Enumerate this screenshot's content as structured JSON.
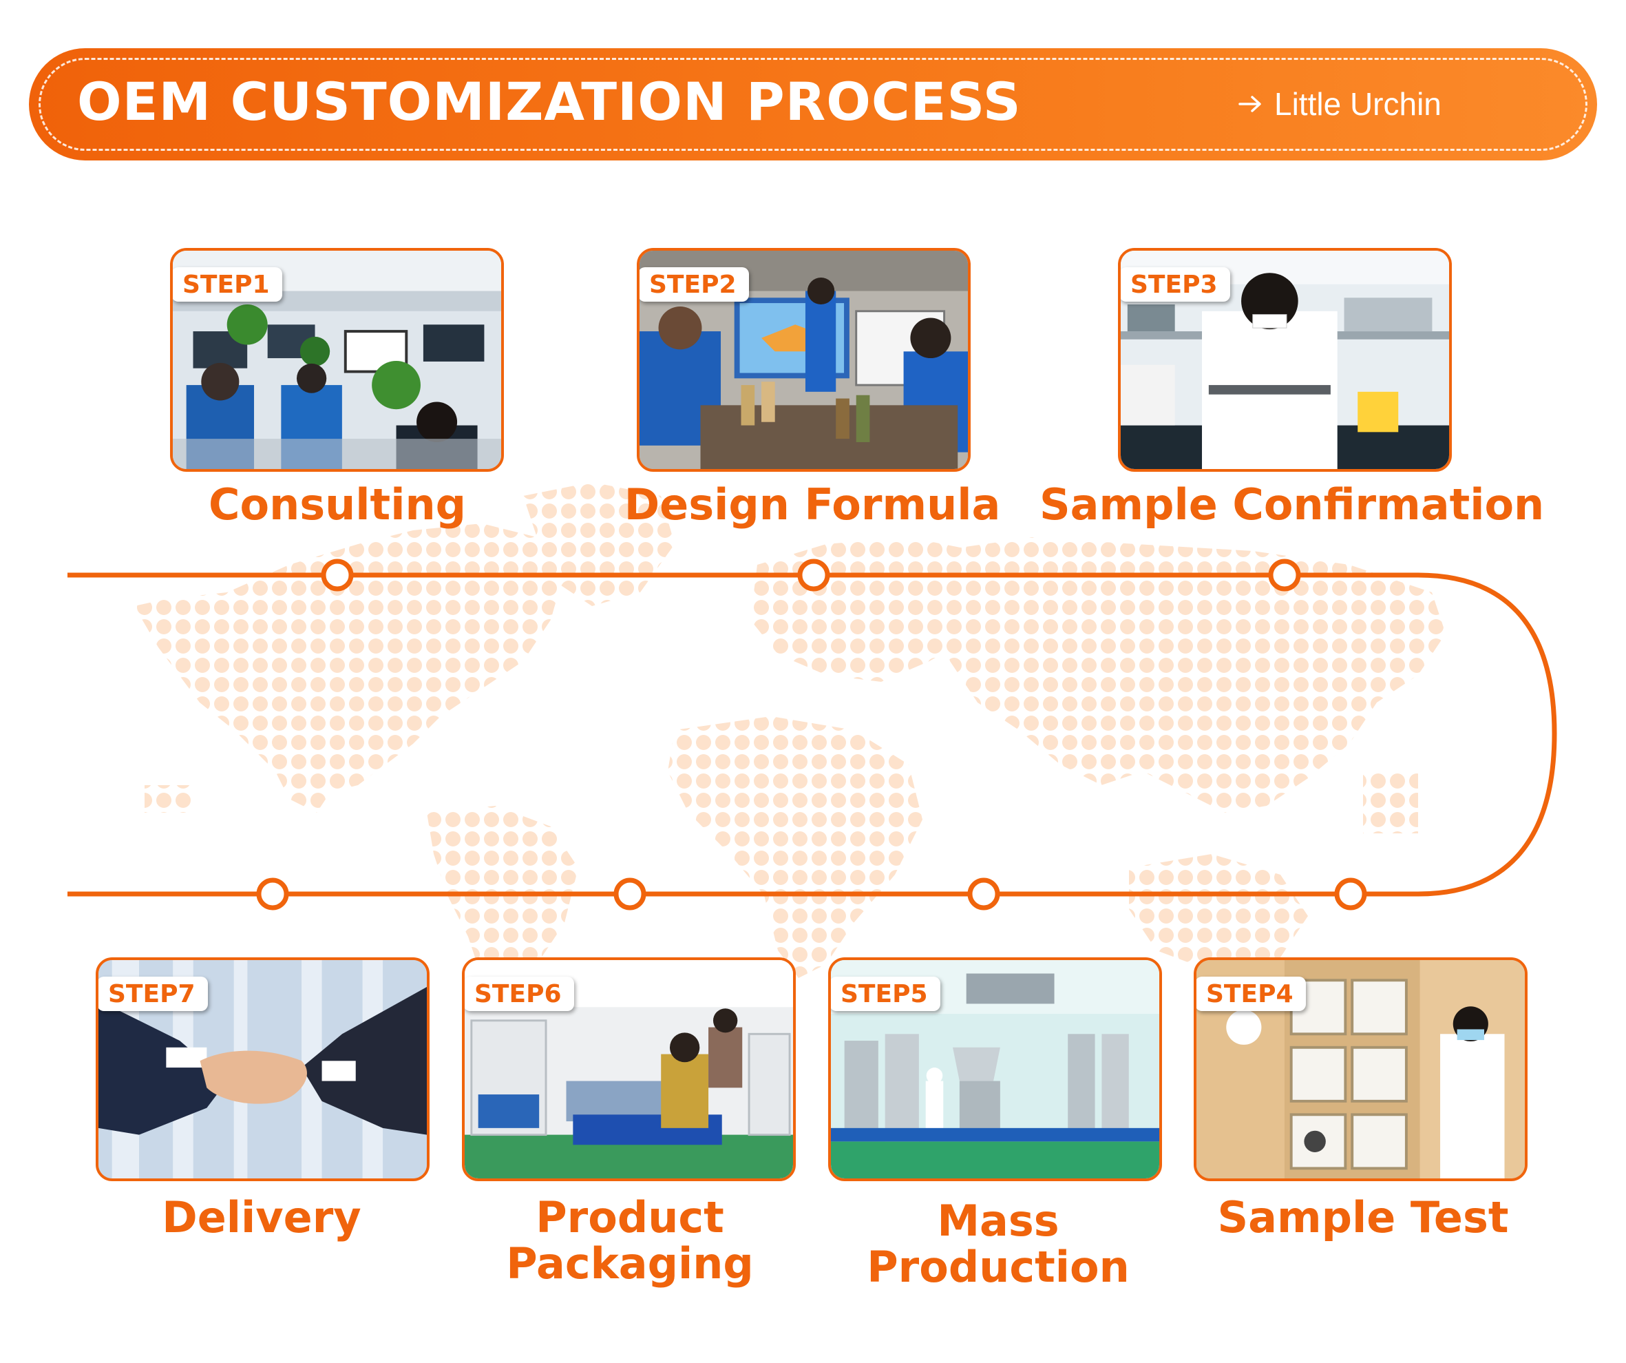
{
  "header": {
    "title": "OEM CUSTOMIZATION PROCESS",
    "subtitle": "Little Urchin",
    "arrow_icon": "right-arrow-icon"
  },
  "colors": {
    "accent": "#f0640c",
    "map_dots": "#fde2cc",
    "white": "#ffffff"
  },
  "steps": [
    {
      "badge": "STEP1",
      "label": "Consulting",
      "photo": "office with staff at computers"
    },
    {
      "badge": "STEP2",
      "label": "Design Formula",
      "photo": "meeting with presentation screen"
    },
    {
      "badge": "STEP3",
      "label": "Sample Confirmation",
      "photo": "lab technician measuring sample"
    },
    {
      "badge": "STEP4",
      "label": "Sample Test",
      "photo": "vet beside pet cages"
    },
    {
      "badge": "STEP5",
      "label": "Mass Production",
      "photo": "factory production line"
    },
    {
      "badge": "STEP6",
      "label": "Product Packaging",
      "photo": "workers packaging products"
    },
    {
      "badge": "STEP7",
      "label": "Delivery",
      "photo": "business handshake"
    }
  ]
}
